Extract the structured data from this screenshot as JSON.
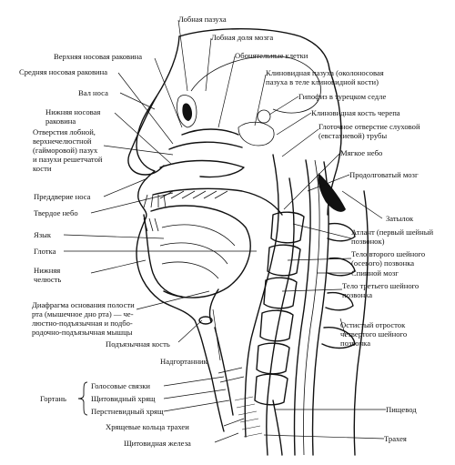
{
  "labels": [
    {
      "id": "frontal-sinus",
      "text": "Лобная пазуха"
    },
    {
      "id": "frontal-lobe",
      "text": "Лобная доля мозга"
    },
    {
      "id": "superior-concha",
      "text": "Верхняя носовая раковина"
    },
    {
      "id": "olfactory-cells",
      "text": "Обонятельные клетки"
    },
    {
      "id": "middle-concha",
      "text": "Средняя носовая раковина"
    },
    {
      "id": "sphenoid-sinus",
      "text": "Клиновидная пазуха (околоносовая\nпазуха в теле клиновидной кости)"
    },
    {
      "id": "nasal-ridge",
      "text": "Вал носа"
    },
    {
      "id": "pituitary",
      "text": "Гипофиз в турецком седле"
    },
    {
      "id": "inferior-concha",
      "text": "Нижняя носовая\nраковина"
    },
    {
      "id": "sphenoid-bone",
      "text": "Клиновидная кость черепа"
    },
    {
      "id": "sinus-openings",
      "text": "Отверстия лобной,\nверхнечелюстной\n(гайморовой) пазух\nи пазухи решетчатой\nкости"
    },
    {
      "id": "auditory-tube-opening",
      "text": "Глоточное отверстие слуховой\n(евстахиевой) трубы"
    },
    {
      "id": "soft-palate",
      "text": "Мягкое небо"
    },
    {
      "id": "medulla",
      "text": "Продолговатый мозг"
    },
    {
      "id": "nasal-vestibule",
      "text": "Преддверие носа"
    },
    {
      "id": "hard-palate",
      "text": "Твердое небо"
    },
    {
      "id": "occiput",
      "text": "Затылок"
    },
    {
      "id": "tongue",
      "text": "Язык"
    },
    {
      "id": "atlas",
      "text": "Атлант (первый шейный\nпозвонок)"
    },
    {
      "id": "pharynx",
      "text": "Глотка"
    },
    {
      "id": "axis-body",
      "text": "Тело второго шейного\n(осевого) позвонка"
    },
    {
      "id": "mandible",
      "text": "Нижняя\nчелюсть"
    },
    {
      "id": "spinal-cord",
      "text": "Спинной мозг"
    },
    {
      "id": "c3-body",
      "text": "Тело третьего шейного\nпозвонка"
    },
    {
      "id": "mouth-diaphragm",
      "text": "Диафрагма основания полости\nрта (мышечное дно рта) — че-\nлюстно-подъязычная и подбо-\nродочно-подъязычная мышцы"
    },
    {
      "id": "c4-spinous",
      "text": "Остистый отросток\nчетвертого шейного\nпозвонка"
    },
    {
      "id": "hyoid",
      "text": "Подъязычная кость"
    },
    {
      "id": "epiglottis",
      "text": "Надгортанник"
    },
    {
      "id": "vocal-cords",
      "text": "Голосовые связки"
    },
    {
      "id": "larynx",
      "text": "Гортань"
    },
    {
      "id": "thyroid-cartilage",
      "text": "Щитовидный хрящ"
    },
    {
      "id": "cricoid-cartilage",
      "text": "Перстневидный хрящ"
    },
    {
      "id": "esophagus",
      "text": "Пищевод"
    },
    {
      "id": "tracheal-rings",
      "text": "Хрящевые кольца трахеи"
    },
    {
      "id": "trachea",
      "text": "Трахея"
    },
    {
      "id": "thyroid-gland",
      "text": "Щитовидная железа"
    }
  ]
}
